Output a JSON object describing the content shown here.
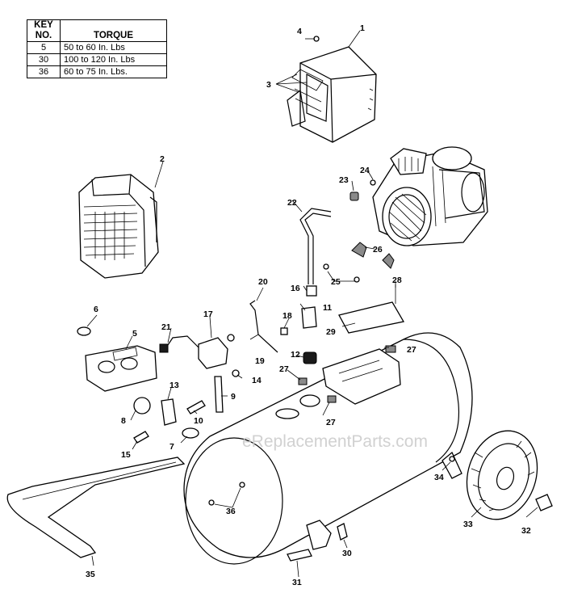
{
  "torque_table": {
    "header_key": "KEY\nNO.",
    "header_key_line1": "KEY",
    "header_key_line2": "NO.",
    "header_torque": "TORQUE",
    "rows": [
      {
        "key": "5",
        "torque": "50 to 60 In. Lbs"
      },
      {
        "key": "30",
        "torque": "100 to 120 In. Lbs"
      },
      {
        "key": "36",
        "torque": "60 to 75 In. Lbs."
      }
    ]
  },
  "watermark": "eReplacementParts.com",
  "callouts": {
    "c1": "1",
    "c2": "2",
    "c3": "3",
    "c4": "4",
    "c5": "5",
    "c6": "6",
    "c7": "7",
    "c8": "8",
    "c9": "9",
    "c10": "10",
    "c11": "11",
    "c12": "12",
    "c13": "13",
    "c14": "14",
    "c15": "15",
    "c16": "16",
    "c17": "17",
    "c18": "18",
    "c19": "19",
    "c20": "20",
    "c21": "21",
    "c22": "22",
    "c23": "23",
    "c24": "24",
    "c25": "25",
    "c26": "26",
    "c27a": "27",
    "c27b": "27",
    "c27c": "27",
    "c28": "28",
    "c29": "29",
    "c30": "30",
    "c31": "31",
    "c32": "32",
    "c33": "33",
    "c34": "34",
    "c35": "35",
    "c36": "36"
  }
}
